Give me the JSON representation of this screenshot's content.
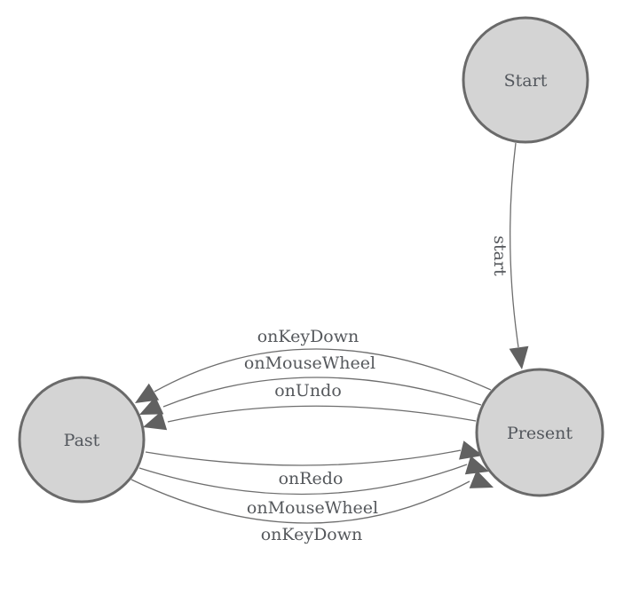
{
  "diagram": {
    "type": "state-machine",
    "colors": {
      "background": "#ffffff",
      "node_fill": "#d4d4d4",
      "node_stroke": "#6a6a6a",
      "edge_line": "#6e6e6e",
      "arrow_fill": "#616161",
      "label_text": "#55585c"
    },
    "nodes": [
      {
        "id": "start",
        "label": "Start"
      },
      {
        "id": "present",
        "label": "Present"
      },
      {
        "id": "past",
        "label": "Past"
      }
    ],
    "edges": [
      {
        "from": "Start",
        "to": "Present",
        "label": "start"
      },
      {
        "from": "Present",
        "to": "Past",
        "label": "onKeyDown"
      },
      {
        "from": "Present",
        "to": "Past",
        "label": "onMouseWheel"
      },
      {
        "from": "Present",
        "to": "Past",
        "label": "onUndo"
      },
      {
        "from": "Past",
        "to": "Present",
        "label": "onRedo"
      },
      {
        "from": "Past",
        "to": "Present",
        "label": "onMouseWheel"
      },
      {
        "from": "Past",
        "to": "Present",
        "label": "onKeyDown"
      }
    ]
  }
}
